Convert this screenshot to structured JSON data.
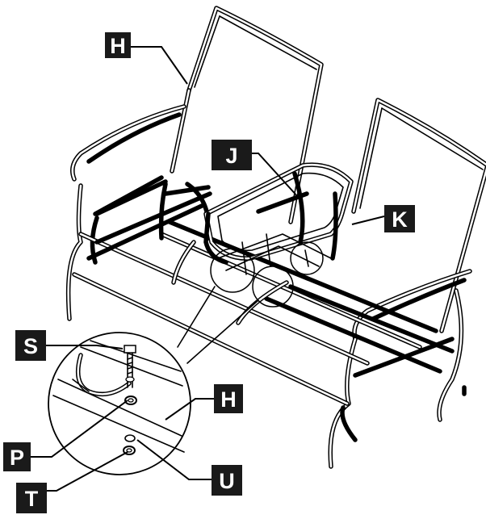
{
  "diagram": {
    "labels": {
      "H_top": "H",
      "J": "J",
      "K": "K",
      "S": "S",
      "H_detail": "H",
      "P": "P",
      "T": "T",
      "U": "U"
    }
  }
}
